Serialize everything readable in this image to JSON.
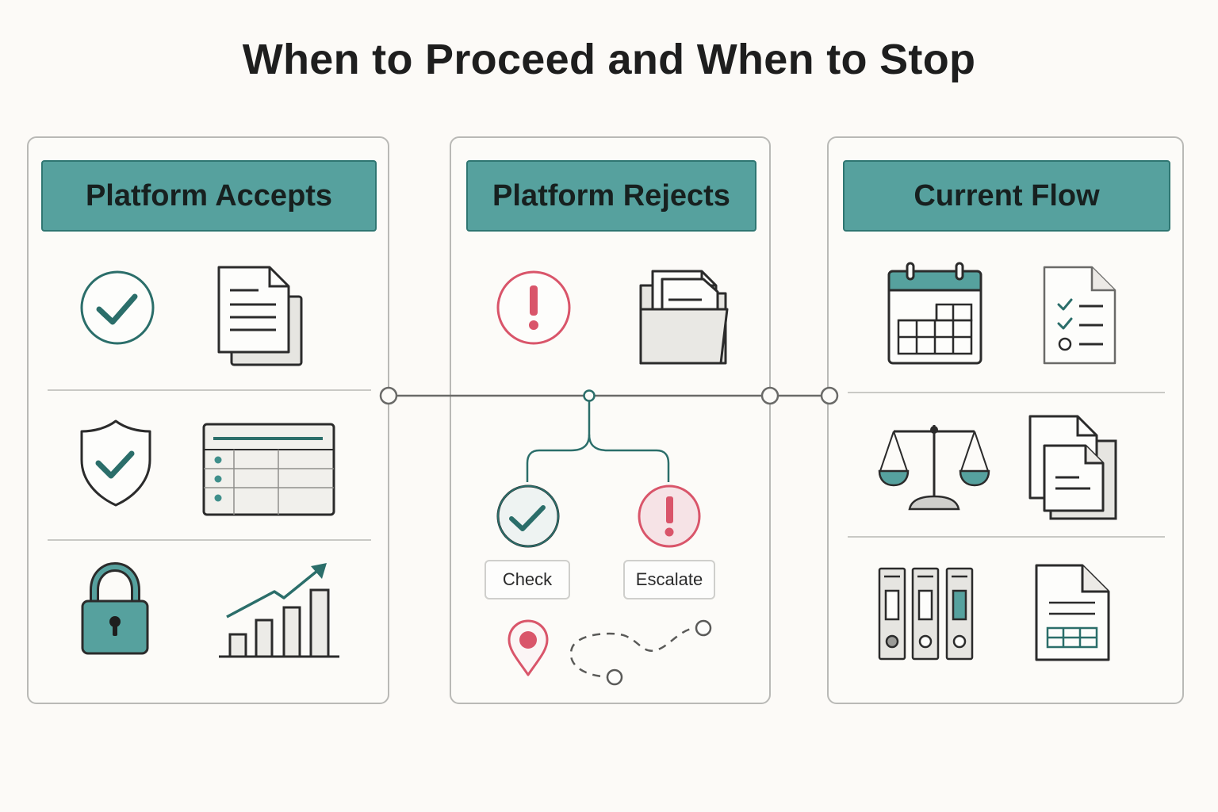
{
  "title": "When to Proceed and When to Stop",
  "panels": [
    {
      "header": "Platform Accepts"
    },
    {
      "header": "Platform Rejects"
    },
    {
      "header": "Current Flow"
    }
  ],
  "branch": {
    "left_label": "Check",
    "right_label": "Escalate"
  },
  "colors": {
    "teal": "#56a19e",
    "dark_teal": "#2b6e6a",
    "alert_red": "#d9556a",
    "outline": "#2b2b2b",
    "background": "#fcfaf7"
  },
  "icons": [
    "check-circle-icon",
    "documents-icon",
    "shield-check-icon",
    "table-icon",
    "padlock-icon",
    "growth-chart-icon",
    "alert-circle-icon",
    "folder-documents-icon",
    "check-node-icon",
    "escalate-node-icon",
    "location-pin-icon",
    "dashed-route-icon",
    "calendar-icon",
    "checklist-icon",
    "balance-scale-icon",
    "stacked-documents-icon",
    "binders-icon",
    "spreadsheet-document-icon"
  ]
}
